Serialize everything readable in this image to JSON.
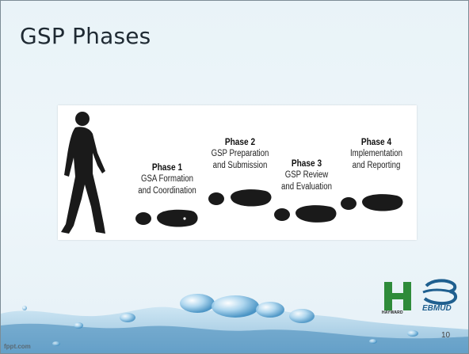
{
  "slide": {
    "title": "GSP Phases",
    "slide_number": "10",
    "footer": "fppt.com"
  },
  "phases": [
    {
      "name": "Phase 1",
      "line1": "GSA Formation",
      "line2": "and Coordination"
    },
    {
      "name": "Phase 2",
      "line1": "GSP Preparation",
      "line2": "and Submission"
    },
    {
      "name": "Phase 3",
      "line1": "GSP Review",
      "line2": "and Evaluation"
    },
    {
      "name": "Phase 4",
      "line1": "Implementation",
      "line2": "and Reporting"
    }
  ],
  "logos": {
    "hayward": {
      "mark": "H",
      "text": "HAYWARD",
      "color": "#2e8b3a"
    },
    "ebmud": {
      "text": "EBMUD",
      "color": "#1f5f8f"
    }
  },
  "colors": {
    "background": "#eaf4f9",
    "water": "#5fa8d3",
    "silhouette": "#1a1a1a"
  }
}
